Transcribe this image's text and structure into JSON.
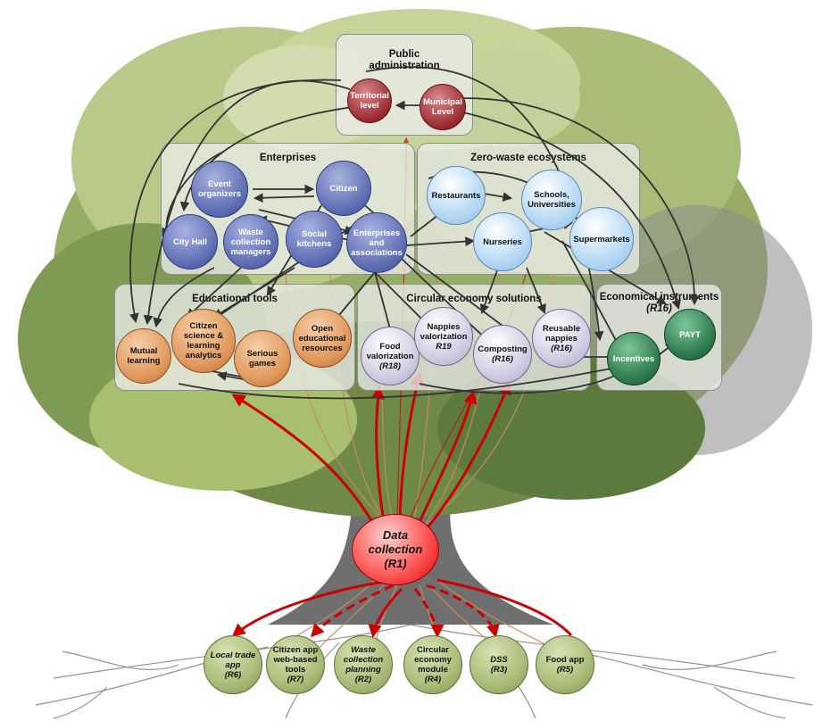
{
  "groups": {
    "public_administration": {
      "title_line1": "Public",
      "title_line2": "administration"
    },
    "enterprises": {
      "title": "Enterprises"
    },
    "zero_waste": {
      "title": "Zero-waste ecosystems"
    },
    "educational": {
      "title": "Educational tools"
    },
    "circular": {
      "title": "Circular economy solutions"
    },
    "economical": {
      "title": "Economical instruments",
      "ref": "(R16)"
    }
  },
  "nodes": {
    "territorial": {
      "l1": "Territorial",
      "l2": "level"
    },
    "municipal": {
      "l1": "Municipal",
      "l2": "Level"
    },
    "event_organizers": {
      "l1": "Event",
      "l2": "organizers"
    },
    "citizen": {
      "l1": "Citizen"
    },
    "city_hall": {
      "l1": "City Hall"
    },
    "waste_managers": {
      "l1": "Waste",
      "l2": "collection",
      "l3": "managers"
    },
    "social_kitchens": {
      "l1": "Social",
      "l2": "kitchens"
    },
    "enterprises_assoc": {
      "l1": "Enterprises",
      "l2": "and",
      "l3": "associations"
    },
    "restaurants": {
      "l1": "Restaurants"
    },
    "schools": {
      "l1": "Schools,",
      "l2": "Universities"
    },
    "nurseries": {
      "l1": "Nurseries"
    },
    "supermarkets": {
      "l1": "Supermarkets"
    },
    "mutual_learning": {
      "l1": "Mutual",
      "l2": "learning"
    },
    "citizen_science": {
      "l1": "Citizen",
      "l2": "science &",
      "l3": "learning",
      "l4": "analytics"
    },
    "serious_games": {
      "l1": "Serious",
      "l2": "games"
    },
    "open_resources": {
      "l1": "Open",
      "l2": "educational",
      "l3": "resources"
    },
    "food_valorization": {
      "l1": "Food",
      "l2": "valorization",
      "ref": "(R18)"
    },
    "nappies_valorization": {
      "l1": "Nappies",
      "l2": "valorization",
      "ref": "R19"
    },
    "composting": {
      "l1": "Composting",
      "ref": "(R16)"
    },
    "reusable_nappies": {
      "l1": "Reusable",
      "l2": "nappies",
      "ref": "(R16)"
    },
    "incentives": {
      "l1": "Incentives"
    },
    "payt": {
      "l1": "PAYT"
    },
    "data_collection": {
      "l1": "Data",
      "l2": "collection",
      "ref": "(R1)"
    },
    "local_trade": {
      "l1": "Local trade",
      "l2": "app",
      "ref": "(R6)"
    },
    "citizen_app": {
      "l1": "Citizen app",
      "l2": "web-based",
      "l3": "tools",
      "ref": "(R7)"
    },
    "waste_planning": {
      "l1": "Waste",
      "l2": "collection",
      "l3": "planning",
      "ref": "(R2)"
    },
    "circular_module": {
      "l1": "Circular",
      "l2": "economy",
      "l3": "module",
      "ref": "(R4)"
    },
    "dss": {
      "l1": "DSS",
      "ref": "(R3)"
    },
    "food_app": {
      "l1": "Food app",
      "ref": "(R5)"
    }
  },
  "colors": {
    "arrow_black": "#333333",
    "arrow_red": "#cc0000",
    "root_lines": "#c98a60",
    "foliage_light": "#b9c98a",
    "foliage_mid": "#95ad64",
    "foliage_dark": "#5d7a3e",
    "trunk": "#6f6f6f"
  }
}
